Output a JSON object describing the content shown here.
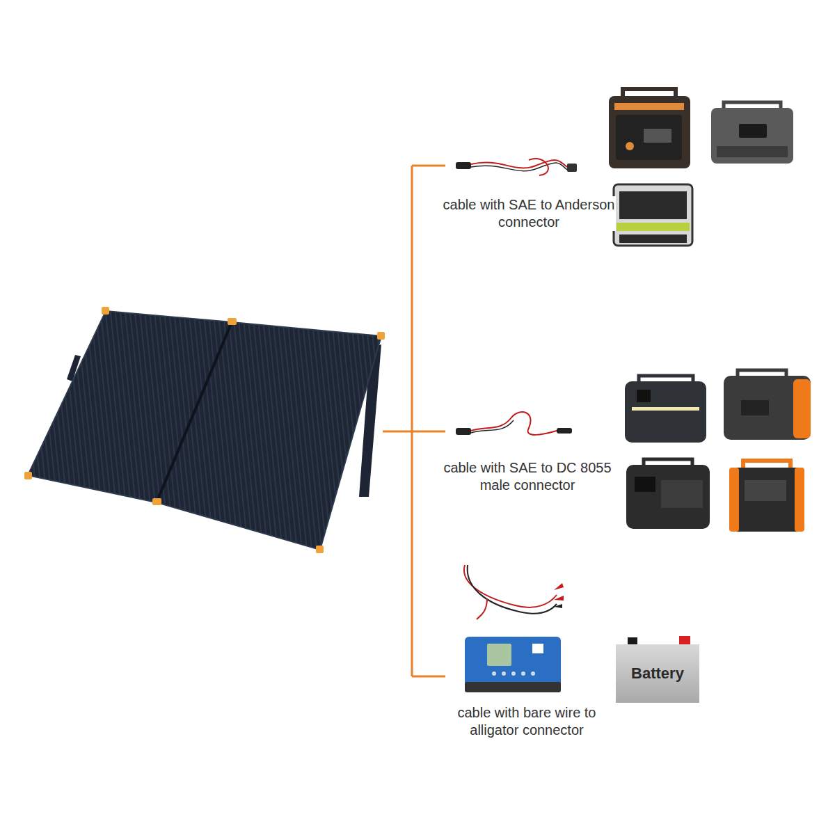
{
  "diagram": {
    "nodes": [
      {
        "text": [
          "Battery"
        ]
      }
    ],
    "labels": [
      "cable with SAE to Anderson connector",
      "cable with SAE to DC 8055 male connector",
      "cable with bare wire to alligator connector"
    ]
  }
}
